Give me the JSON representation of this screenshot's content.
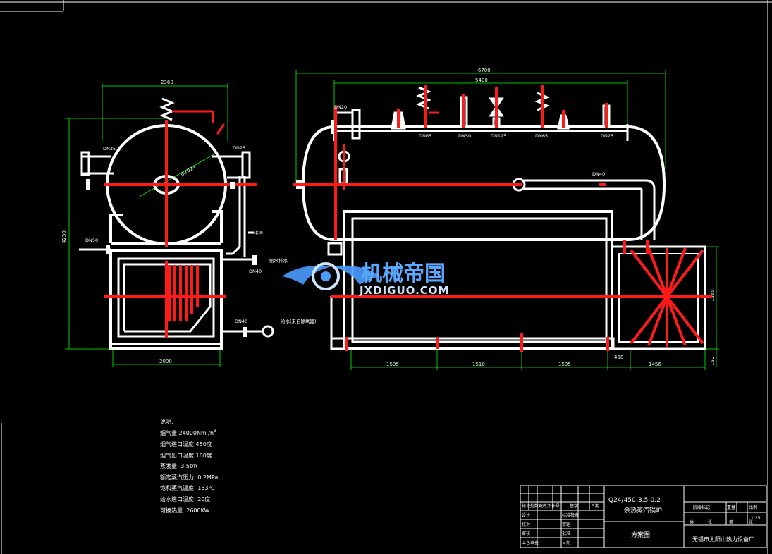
{
  "colors": {
    "background": "#000000",
    "outline": "#ffffff",
    "centerline": "#ff1a1a",
    "dimension": "#00ff00",
    "frame": "#ffffff",
    "watermark": "#4b9cff"
  },
  "side_view": {
    "dims": {
      "top_width": "2360",
      "bottom_width": "2000",
      "height": "4250",
      "diameter": "Φ1024"
    },
    "labels": {
      "dn25_left": "DN25",
      "dn25_right": "DN25",
      "dn50": "DN50",
      "dn40_mid": "DN40",
      "dn40_low": "DN40",
      "drain_label": "排污",
      "water_label_1": "给水排水",
      "water_label_2": "给水(来自除氧器)"
    }
  },
  "front_view": {
    "dims": {
      "overall_length": "~6780",
      "drum_length": "5400",
      "seg1": "1595",
      "seg2": "1510",
      "seg3": "1595",
      "seg4": "458",
      "seg5": "1456",
      "right_height": "1560",
      "right_small": "150"
    },
    "labels": {
      "dn20": "DN20",
      "dn65_a": "DN65",
      "dn50": "DN50",
      "dn125": "DN125",
      "dn65_b": "DN65",
      "dn25": "DN25",
      "dn40": "DN40"
    }
  },
  "watermark": {
    "cn": "机械帝国",
    "en": "JXDIGUO.COM"
  },
  "notes": {
    "title": "说明:",
    "line1": "烟气量 24000Nm /h",
    "line1_sup": "3",
    "line2": "烟气进口温度 450度",
    "line3": "烟气出口温度 160度",
    "line4": "蒸发量: 3.5t/h",
    "line5": "额定蒸汽压力: 0.2MPa",
    "line6": "饱和蒸汽温度: 133℃",
    "line7": "给水进口温度: 20度",
    "line8": "可换热量: 2600KW"
  },
  "title_block": {
    "model": "Q24/450-3.5-0.2",
    "name": "余热蒸汽锅炉",
    "drawing": "方案图",
    "company": "无锡市太阳山热力设备厂",
    "scale": "1:25",
    "cells": {
      "c1": "标记",
      "c2": "处数",
      "c3": "更改文件号",
      "c4": "签字",
      "c5": "日期",
      "design": "设计",
      "std": "标准检查",
      "check": "校对",
      "review": "审定",
      "audit": "审核",
      "approve": "批准",
      "process": "工艺审查",
      "dates": "日期",
      "stage": "阶段标记",
      "weight": "重量",
      "ratio": "比例",
      "sheet": "共",
      "sheet2": "张",
      "sheet3": "第",
      "sheet4": "张"
    }
  }
}
